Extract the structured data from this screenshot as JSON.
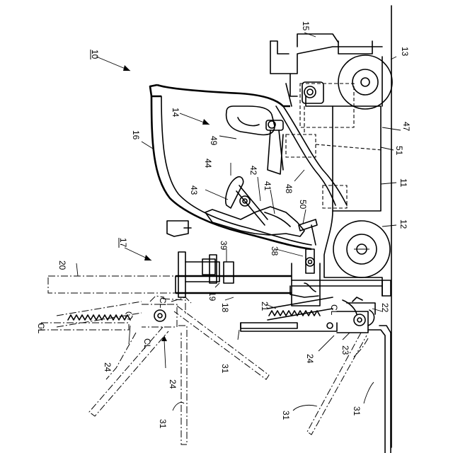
{
  "figure": {
    "labels": [
      {
        "id": "10",
        "text": "10",
        "rot": 90
      },
      {
        "id": "11",
        "text": "11",
        "rot": 90
      },
      {
        "id": "12",
        "text": "12",
        "rot": 90
      },
      {
        "id": "13",
        "text": "13",
        "rot": 90
      },
      {
        "id": "14",
        "text": "14",
        "rot": 90
      },
      {
        "id": "15",
        "text": "15",
        "rot": 90
      },
      {
        "id": "16",
        "text": "16",
        "rot": 90
      },
      {
        "id": "17",
        "text": "17",
        "rot": 90
      },
      {
        "id": "18",
        "text": "18",
        "rot": 90
      },
      {
        "id": "19",
        "text": "19",
        "rot": 90
      },
      {
        "id": "20",
        "text": "20",
        "rot": 90
      },
      {
        "id": "21",
        "text": "21",
        "rot": 90
      },
      {
        "id": "22",
        "text": "22",
        "rot": 90
      },
      {
        "id": "23",
        "text": "23",
        "rot": 90
      },
      {
        "id": "24a",
        "text": "24",
        "rot": 90
      },
      {
        "id": "24b",
        "text": "24",
        "rot": 90
      },
      {
        "id": "24c",
        "text": "24",
        "rot": 90
      },
      {
        "id": "31a",
        "text": "31",
        "rot": 90
      },
      {
        "id": "31b",
        "text": "31",
        "rot": 90
      },
      {
        "id": "31c",
        "text": "31",
        "rot": 90
      },
      {
        "id": "31d",
        "text": "31",
        "rot": 90
      },
      {
        "id": "38",
        "text": "38",
        "rot": 90
      },
      {
        "id": "39",
        "text": "39",
        "rot": 90
      },
      {
        "id": "41",
        "text": "41",
        "rot": 90
      },
      {
        "id": "42",
        "text": "42",
        "rot": 90
      },
      {
        "id": "43",
        "text": "43",
        "rot": 90
      },
      {
        "id": "44",
        "text": "44",
        "rot": 90
      },
      {
        "id": "47",
        "text": "47",
        "rot": 90
      },
      {
        "id": "48",
        "text": "48",
        "rot": 90
      },
      {
        "id": "49",
        "text": "49",
        "rot": 90
      },
      {
        "id": "50",
        "text": "50",
        "rot": 90
      },
      {
        "id": "51",
        "text": "51",
        "rot": 90
      },
      {
        "id": "CL1",
        "text": "CL",
        "rot": 90
      },
      {
        "id": "CL2",
        "text": "CL",
        "rot": 90
      },
      {
        "id": "CL3",
        "text": "CL",
        "rot": 90
      },
      {
        "id": "CL4",
        "text": "CL",
        "rot": 90
      }
    ]
  }
}
